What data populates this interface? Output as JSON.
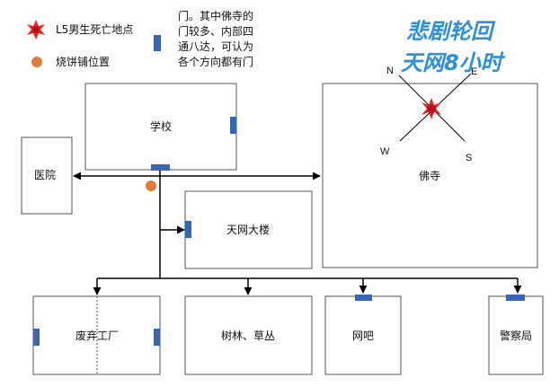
{
  "legend": {
    "death_label": "L5男生死亡地点",
    "shop_label": "烧饼铺位置",
    "door_note_lines": [
      "门。其中佛寺的",
      "门较多、内部四",
      "通八达，可认为",
      "各个方向都有门"
    ]
  },
  "logo": {
    "line1": "悲剧轮回",
    "line2": "天网8小时"
  },
  "places": {
    "school": "学校",
    "hospital": "医院",
    "tianwang_building": "天网大楼",
    "temple": "佛寺",
    "factory": "废弃工厂",
    "woods": "树林、草丛",
    "internet_cafe": "网吧",
    "police": "警察局"
  },
  "compass": {
    "n": "N",
    "e": "E",
    "w": "W",
    "s": "S"
  },
  "colors": {
    "door": "#3a64b4",
    "shop_marker": "#e07b39",
    "death_marker": "#e3262a",
    "line": "#000000",
    "box_border": "#555555",
    "logo": "#2f8fd8"
  }
}
